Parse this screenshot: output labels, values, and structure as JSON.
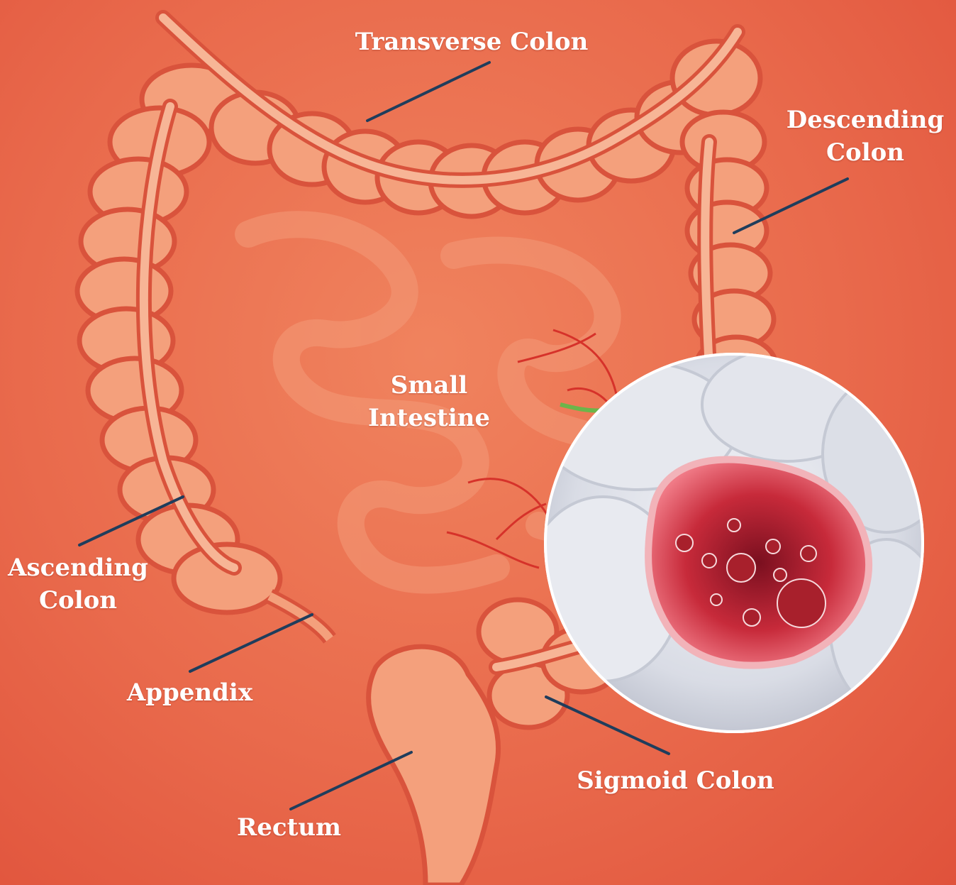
{
  "colors": {
    "background": "#e96a4c",
    "organ_fill": "#f4a07c",
    "organ_outline": "#d9533c",
    "pointer_line": "#1f3d5c",
    "blood_vessel": "#d6322a",
    "tumor": "#c0282e"
  },
  "labels": {
    "transverse_colon": "Transverse Colon",
    "descending_colon": "Descending\nColon",
    "small_intestine": "Small\nIntestine",
    "ascending_colon": "Ascending\nColon",
    "appendix": "Appendix",
    "sigmoid_colon": "Sigmoid Colon",
    "rectum": "Rectum"
  },
  "inset": {
    "subject": "magnified-colon-tumor-illustration"
  }
}
